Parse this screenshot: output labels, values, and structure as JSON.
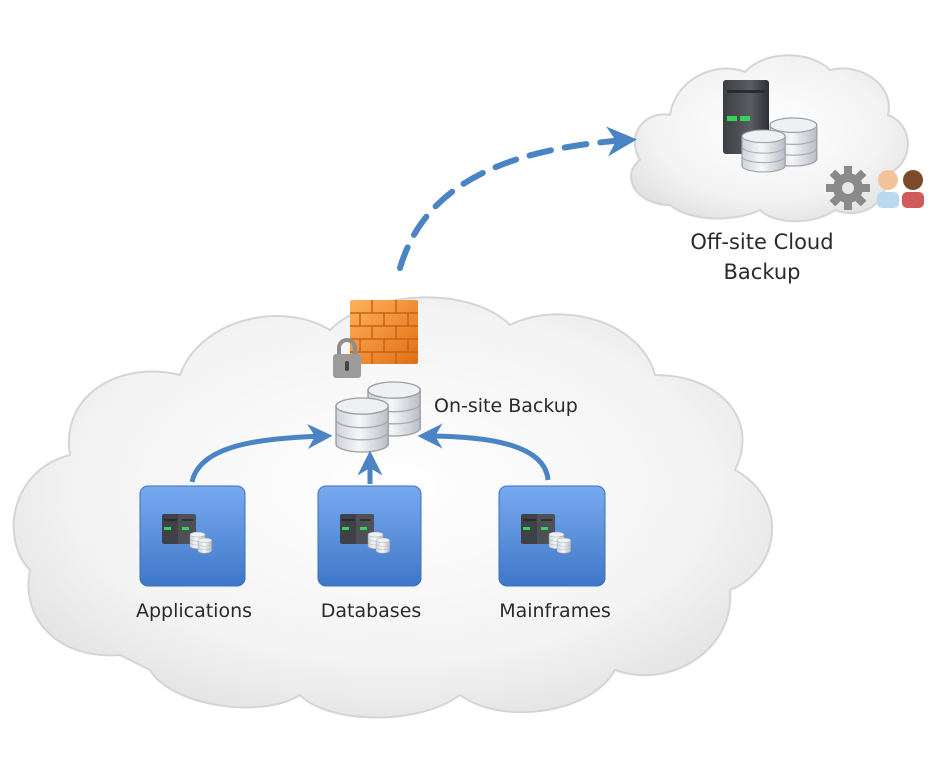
{
  "offsite": {
    "title_line1": "Off-site Cloud",
    "title_line2": "Backup"
  },
  "onsite": {
    "title": "On-site Backup"
  },
  "sources": [
    {
      "label": "Applications"
    },
    {
      "label": "Databases"
    },
    {
      "label": "Mainframes"
    }
  ],
  "colors": {
    "arrow": "#4a84c4",
    "tile": "#5b93dc",
    "firewall": "#f0902c",
    "server_led": "#37d25a"
  },
  "icons": {
    "firewall": "brick-firewall-icon",
    "lock": "padlock-icon",
    "storage": "disk-stack-icon",
    "server": "server-tower-icon",
    "gear": "gear-icon",
    "users": "users-icon"
  }
}
